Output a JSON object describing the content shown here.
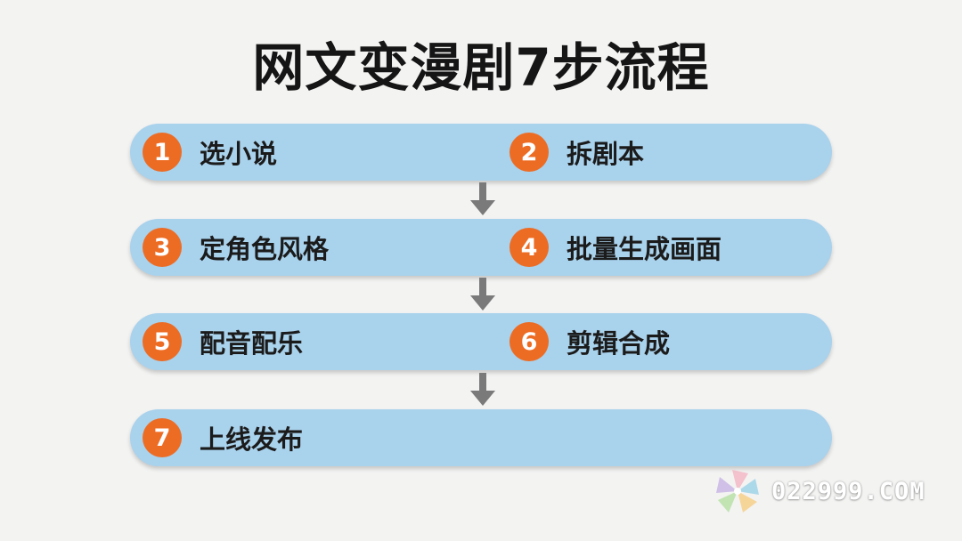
{
  "title": "网文变漫剧7步流程",
  "steps": [
    {
      "num": "1",
      "label": "选小说"
    },
    {
      "num": "2",
      "label": "拆剧本"
    },
    {
      "num": "3",
      "label": "定角色风格"
    },
    {
      "num": "4",
      "label": "批量生成画面"
    },
    {
      "num": "5",
      "label": "配音配乐"
    },
    {
      "num": "6",
      "label": "剪辑合成"
    },
    {
      "num": "7",
      "label": "上线发布"
    }
  ],
  "watermark": "022999.COM",
  "colors": {
    "background": "#f3f3f2",
    "bar": "#a9d2ec",
    "badge": "#ed6c24",
    "arrow": "#7a7a7a"
  }
}
